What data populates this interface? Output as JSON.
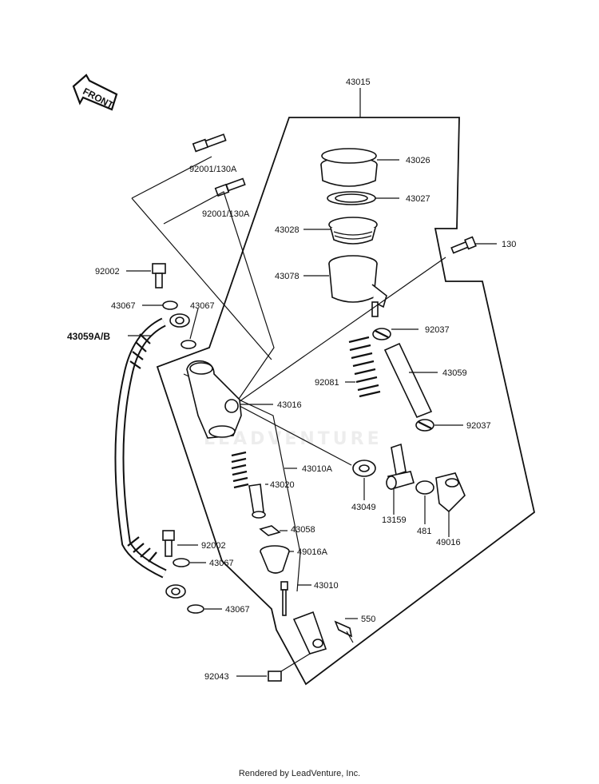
{
  "front_badge": "FRONT",
  "watermark": "LEADVENTURE",
  "footer": "Rendered by LeadVenture, Inc.",
  "labels": {
    "p43015": "43015",
    "p43026": "43026",
    "p43027": "43027",
    "p43028": "43028",
    "p130": "130",
    "p43078": "43078",
    "p92001a": "92001/130A",
    "p92001b": "92001/130A",
    "p92002a": "92002",
    "p43067a": "43067",
    "p43067b": "43067",
    "p43059ab": "43059A/B",
    "p92037a": "92037",
    "p43059": "43059",
    "p92081": "92081",
    "p43016": "43016",
    "p92037b": "92037",
    "p43010a": "43010A",
    "p43020": "43020",
    "p43049": "43049",
    "p13159": "13159",
    "p481": "481",
    "p49016": "49016",
    "p43058": "43058",
    "p92002b": "92002",
    "p49016a": "49016A",
    "p43067c": "43067",
    "p43010": "43010",
    "p43067d": "43067",
    "p550": "550",
    "p92043": "92043"
  }
}
